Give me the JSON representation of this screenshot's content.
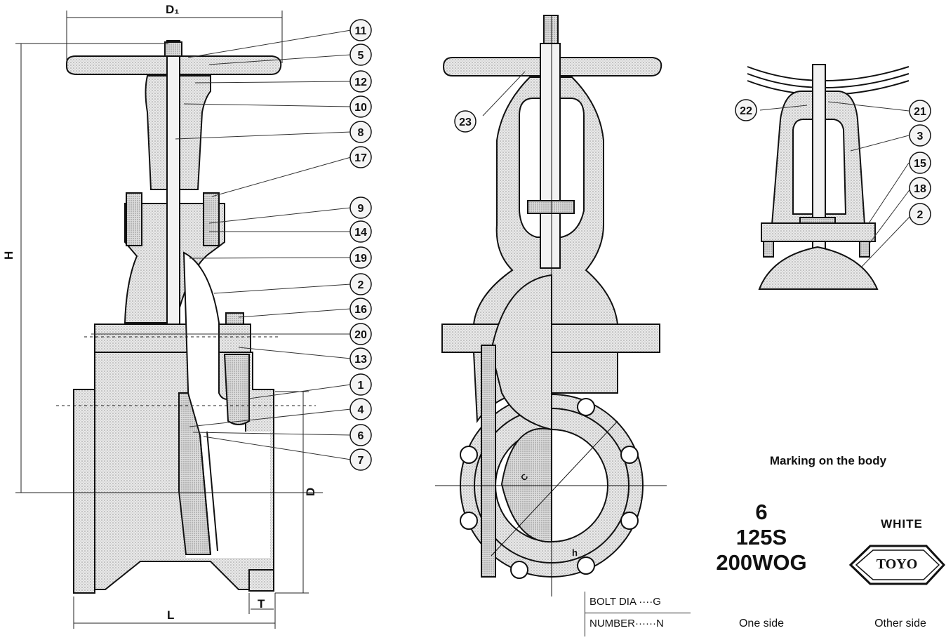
{
  "drawing": {
    "dimensions": {
      "d1": "D₁",
      "h": "H",
      "l": "L",
      "d": "D",
      "t": "T",
      "c": "C",
      "h_small": "h"
    },
    "callouts_left": [
      "11",
      "5",
      "12",
      "10",
      "8",
      "17",
      "9",
      "14",
      "19",
      "2",
      "16",
      "20",
      "13",
      "1",
      "4",
      "6",
      "7"
    ],
    "callouts_middle": [
      "23"
    ],
    "callouts_right_left": [
      "22"
    ],
    "callouts_right": [
      "21",
      "3",
      "15",
      "18",
      "2"
    ]
  },
  "bolt_table": {
    "row1": "BOLT DIA ····G",
    "row2": "NUMBER······N"
  },
  "marking": {
    "title": "Marking on the body",
    "lines": [
      "6",
      "125S",
      "200WOG"
    ],
    "one_side": "One side",
    "other_side": "Other side",
    "brand_top": "WHITE",
    "brand_name": "TOYO"
  }
}
